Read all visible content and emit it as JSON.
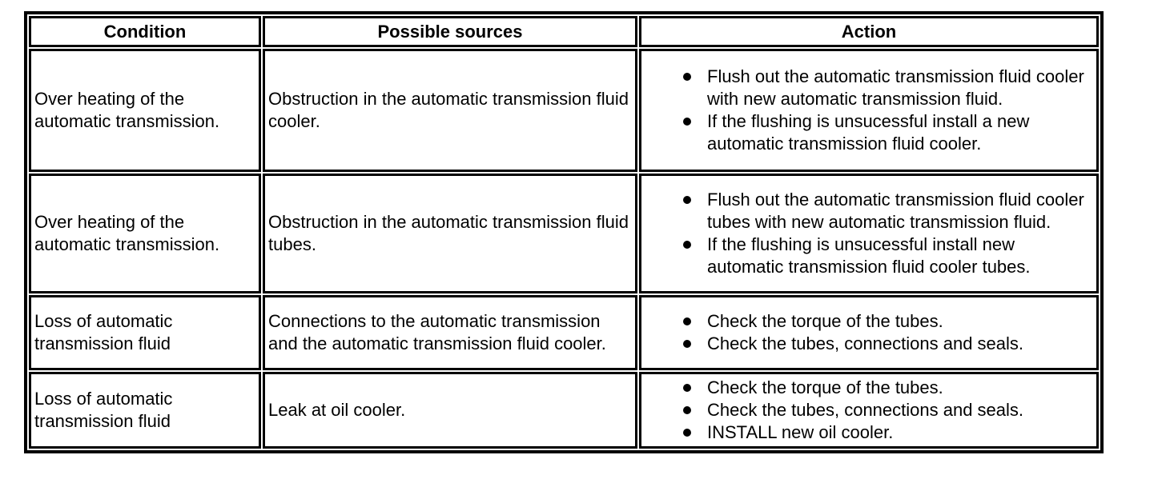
{
  "colors": {
    "border": "#000000",
    "background": "#ffffff",
    "text": "#000000"
  },
  "table": {
    "headers": [
      "Condition",
      "Possible sources",
      "Action"
    ],
    "rows": [
      {
        "condition": "Over heating of the automatic transmission.",
        "possible_sources": "Obstruction in the automatic transmission fluid cooler.",
        "actions": [
          "Flush out the automatic transmission fluid cooler with new automatic transmission fluid.",
          "If the flushing is unsucessful install a new automatic transmission fluid cooler."
        ]
      },
      {
        "condition": "Over heating of the automatic transmission.",
        "possible_sources": "Obstruction in the automatic transmission fluid tubes.",
        "actions": [
          "Flush out the automatic transmission fluid cooler tubes with new automatic transmission fluid.",
          "If the flushing is unsucessful install new automatic transmission fluid cooler tubes."
        ]
      },
      {
        "condition": "Loss of automatic transmission fluid",
        "possible_sources": "Connections to the automatic transmission and the automatic transmission fluid cooler.",
        "actions": [
          "Check the torque of the tubes.",
          "Check the tubes, connections and seals."
        ]
      },
      {
        "condition": "Loss of automatic transmission fluid",
        "possible_sources": "Leak at oil cooler.",
        "actions": [
          "Check the torque of the tubes.",
          "Check the tubes, connections and seals.",
          "INSTALL new oil cooler."
        ]
      }
    ]
  }
}
